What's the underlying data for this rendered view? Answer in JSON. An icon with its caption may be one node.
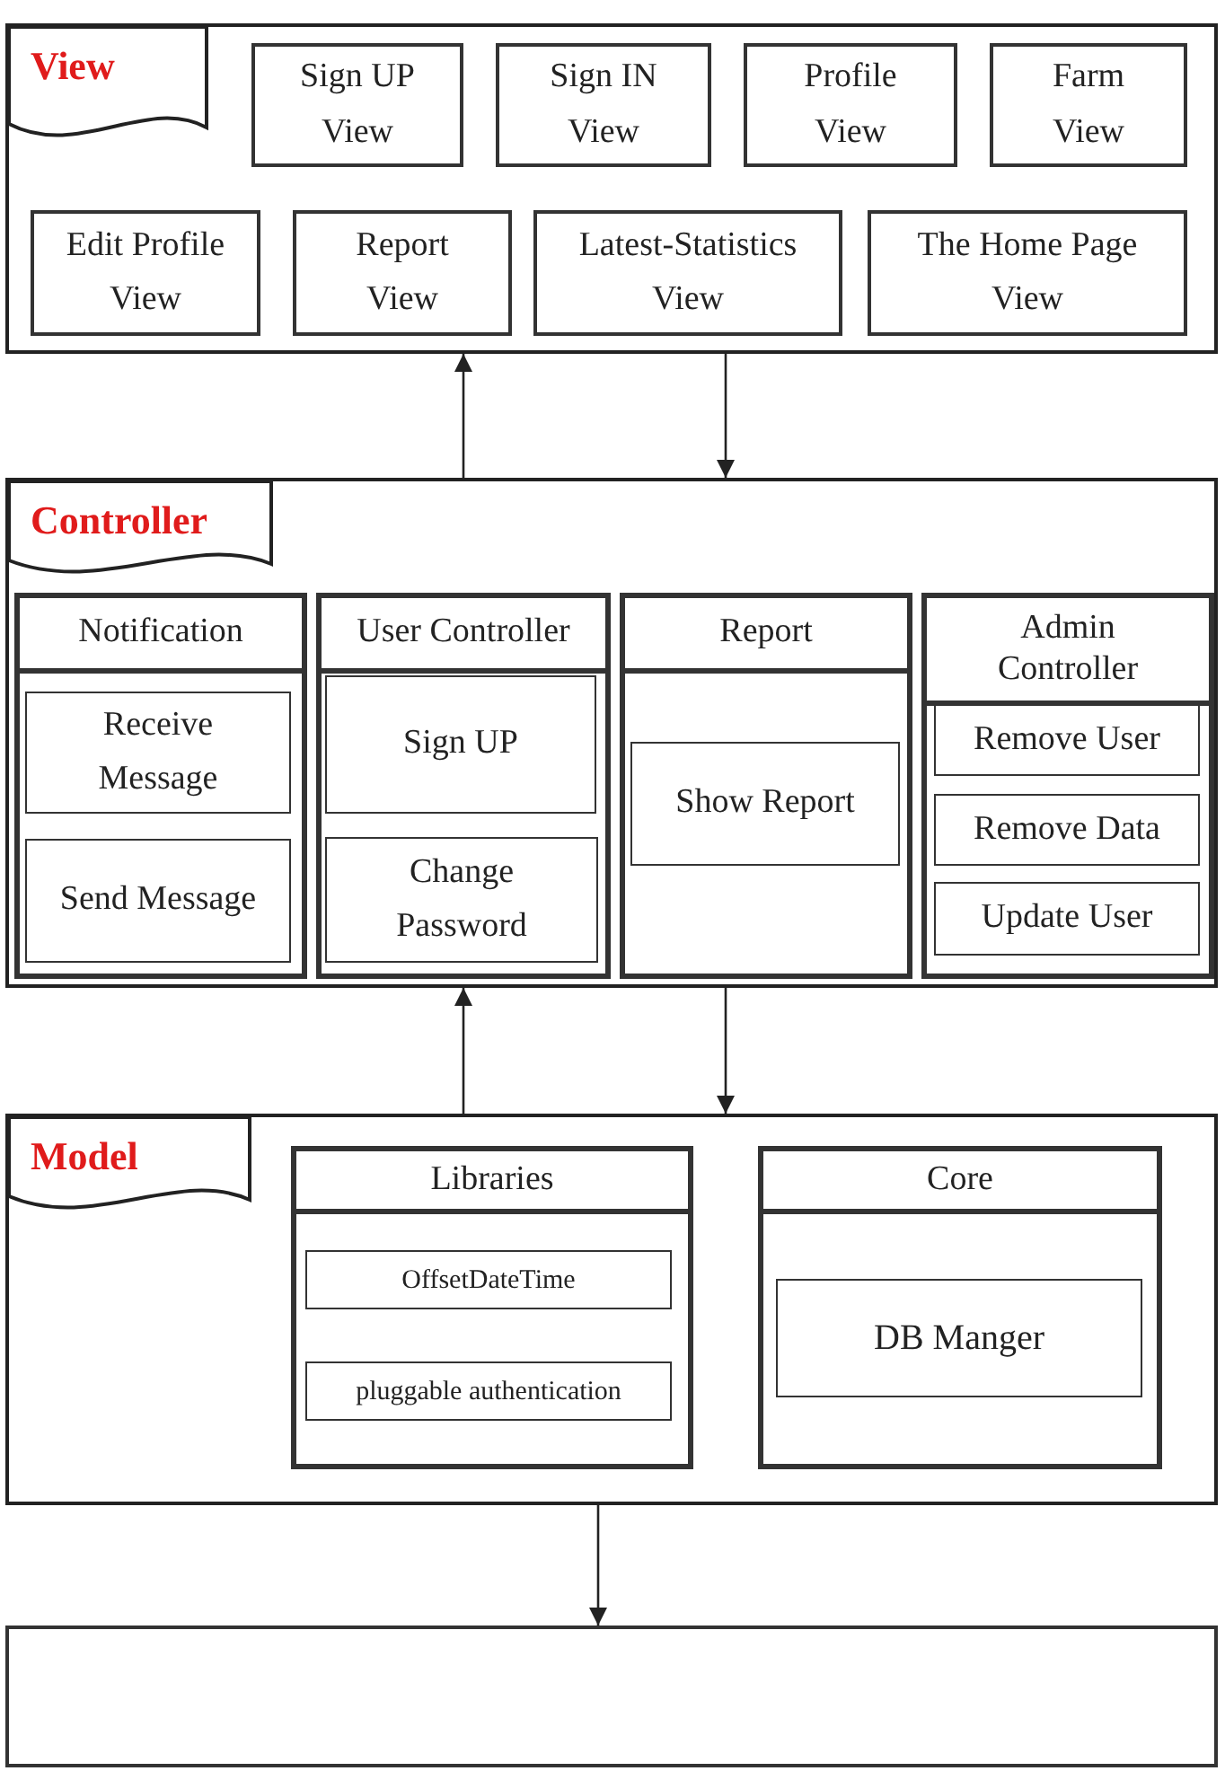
{
  "diagram": {
    "nodes": [
      {
        "text": [
          "View"
        ]
      },
      {
        "text": [
          "Sign UP View"
        ],
        "in": 0
      },
      {
        "text": [
          "Sign IN View"
        ],
        "in": 0
      },
      {
        "text": [
          "Profile View"
        ],
        "in": 0
      },
      {
        "text": [
          "Farm View"
        ],
        "in": 0
      },
      {
        "text": [
          "Edit Profile View"
        ],
        "in": 0
      },
      {
        "text": [
          "Report View"
        ],
        "in": 0
      },
      {
        "text": [
          "Latest-Statistics View"
        ],
        "in": 0
      },
      {
        "text": [
          "The Home Page View"
        ],
        "in": 0
      },
      {
        "text": [
          "Controller"
        ]
      },
      {
        "text": [
          "Notification"
        ],
        "in": 9
      },
      {
        "text": [
          "Receive Message"
        ],
        "in": 10
      },
      {
        "text": [
          "Send Message"
        ],
        "in": 10
      },
      {
        "text": [
          "User Controller"
        ],
        "in": 9
      },
      {
        "text": [
          "Sign UP"
        ],
        "in": 13
      },
      {
        "text": [
          "Change Password"
        ],
        "in": 13
      },
      {
        "text": [
          "Report"
        ],
        "in": 9
      },
      {
        "text": [
          "Show Report"
        ],
        "in": 16
      },
      {
        "text": [
          "Admin Controller"
        ],
        "in": 9
      },
      {
        "text": [
          "Remove User"
        ],
        "in": 18
      },
      {
        "text": [
          "Remove Data"
        ],
        "in": 18
      },
      {
        "text": [
          "Update User"
        ],
        "in": 18
      },
      {
        "text": [
          "Model"
        ]
      },
      {
        "text": [
          "Libraries"
        ],
        "in": 22
      },
      {
        "text": [
          "OffsetDateTime"
        ],
        "in": 23
      },
      {
        "text": [
          "pluggable authentication"
        ],
        "in": 23
      },
      {
        "text": [
          "Core"
        ],
        "in": 22
      },
      {
        "text": [
          "DB Manger"
        ],
        "in": 26
      },
      {
        "text": [],
        "shape": "box"
      }
    ],
    "edges": [
      {
        "from": 9,
        "to": 0,
        "arrow": "to"
      },
      {
        "from": 0,
        "to": 9,
        "arrow": "to"
      },
      {
        "from": 22,
        "to": 9,
        "arrow": "to"
      },
      {
        "from": 9,
        "to": 22,
        "arrow": "to"
      },
      {
        "from": 22,
        "to": 28,
        "arrow": "to"
      }
    ]
  }
}
